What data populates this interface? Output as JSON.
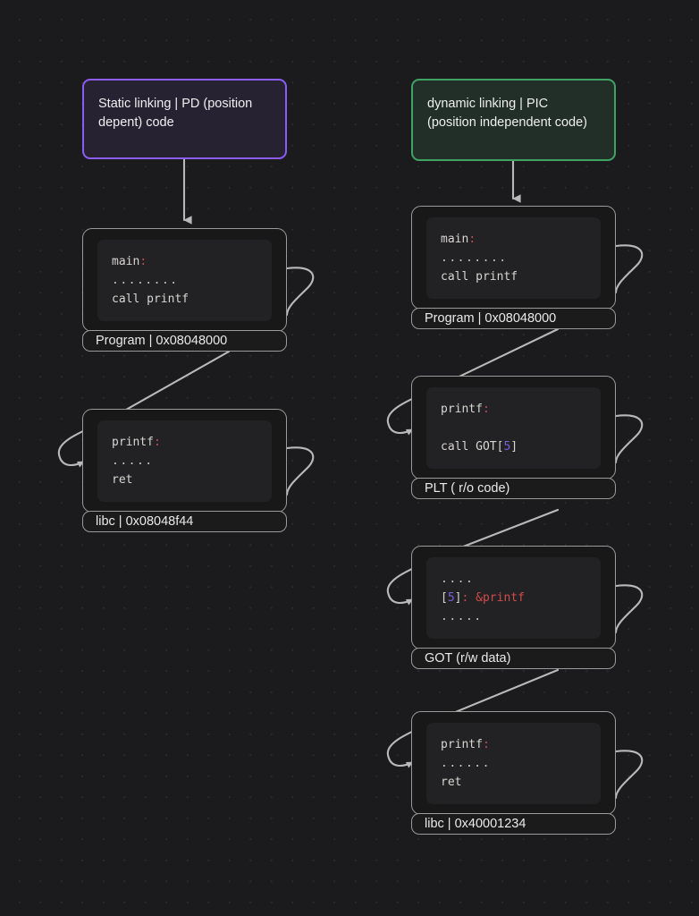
{
  "diagram": {
    "title": "Static vs dynamic linking call flow",
    "background_color": "#1b1b1d",
    "edge_color": "#b9b9b9"
  },
  "columns": {
    "left": {
      "header": {
        "label": "Static linking | PD (position depent) code",
        "border_color": "#8b5cf6",
        "fill_color": "#272231"
      },
      "nodes": [
        {
          "name": "program",
          "caption": "Program | 0x08048000",
          "code": {
            "line1": "main",
            "line1_punct": ":",
            "line2_dots": "........",
            "line3": "call printf"
          }
        },
        {
          "name": "libc",
          "caption": "libc | 0x08048f44",
          "code": {
            "line1": "printf",
            "line1_punct": ":",
            "line2_dots": ".....",
            "line3": "ret"
          }
        }
      ]
    },
    "right": {
      "header": {
        "label": "dynamic linking | PIC (position independent code)",
        "border_color": "#3fa463",
        "fill_color": "#222f29"
      },
      "nodes": [
        {
          "name": "program",
          "caption": "Program | 0x08048000",
          "code": {
            "line1": "main",
            "line1_punct": ":",
            "line2_dots": "........",
            "line3": "call printf"
          }
        },
        {
          "name": "plt",
          "caption": "PLT ( r/o code)",
          "code": {
            "line1": "printf",
            "line1_punct": ":",
            "line3_pre": "call GOT[",
            "line3_num": "5",
            "line3_post": "]"
          }
        },
        {
          "name": "got",
          "caption": "GOT (r/w data)",
          "code": {
            "line1_dots": "....",
            "line2_open": "[",
            "line2_num": "5",
            "line2_close": "]",
            "line2_colon": ":",
            "line2_sym": " &printf",
            "line3_dots": "....."
          }
        },
        {
          "name": "libc",
          "caption": "libc | 0x40001234",
          "code": {
            "line1": "printf",
            "line1_punct": ":",
            "line2_dots": "......",
            "line3": "ret"
          }
        }
      ]
    }
  }
}
